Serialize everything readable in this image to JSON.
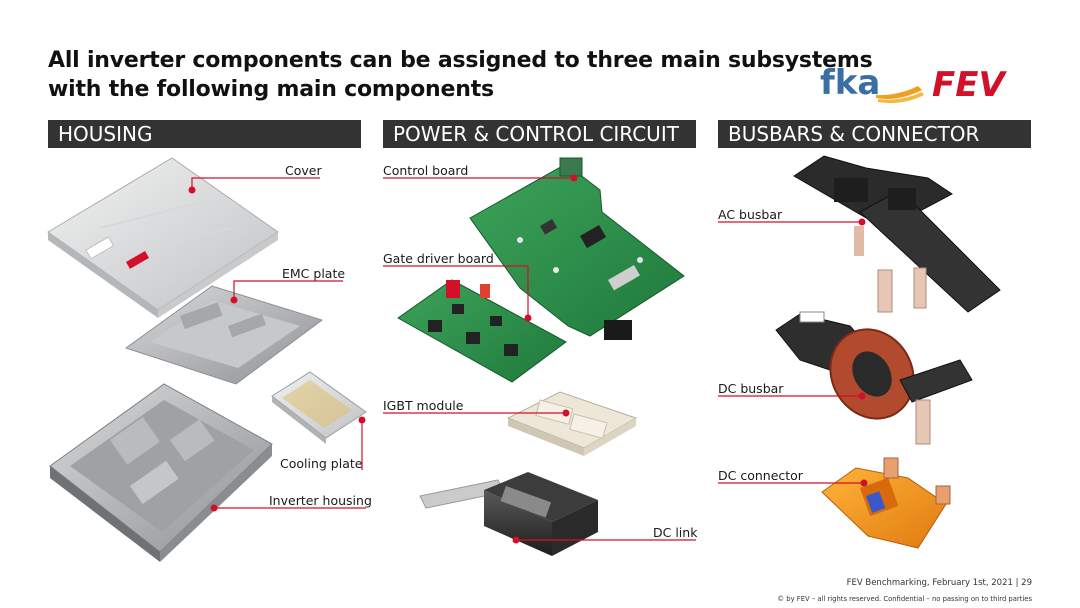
{
  "title": {
    "line1": "All inverter components can be assigned to three main subsystems",
    "line2": "with the following main components"
  },
  "logos": {
    "fka": "fka",
    "fev": "FEV"
  },
  "colors": {
    "header_bg": "#333333",
    "accent_red": "#d2102a",
    "fka_blue": "#3a6ea5",
    "fka_orange": "#f0a020"
  },
  "sections": {
    "housing": {
      "header": "HOUSING",
      "labels": {
        "cover": "Cover",
        "emc_plate": "EMC plate",
        "cooling_plate": "Cooling plate",
        "inverter_housing": "Inverter housing"
      }
    },
    "power_control": {
      "header": "POWER & CONTROL CIRCUIT",
      "labels": {
        "control_board": "Control board",
        "gate_driver_board": "Gate driver board",
        "igbt_module": "IGBT module",
        "dc_link": "DC link"
      }
    },
    "busbars": {
      "header": "BUSBARS & CONNECTOR",
      "labels": {
        "ac_busbar": "AC busbar",
        "dc_busbar": "DC busbar",
        "dc_connector": "DC connector"
      }
    }
  },
  "footer": {
    "line1": "FEV Benchmarking, February 1st, 2021   | 29",
    "line2": "© by FEV – all rights reserved. Confidential – no passing on to third parties"
  }
}
